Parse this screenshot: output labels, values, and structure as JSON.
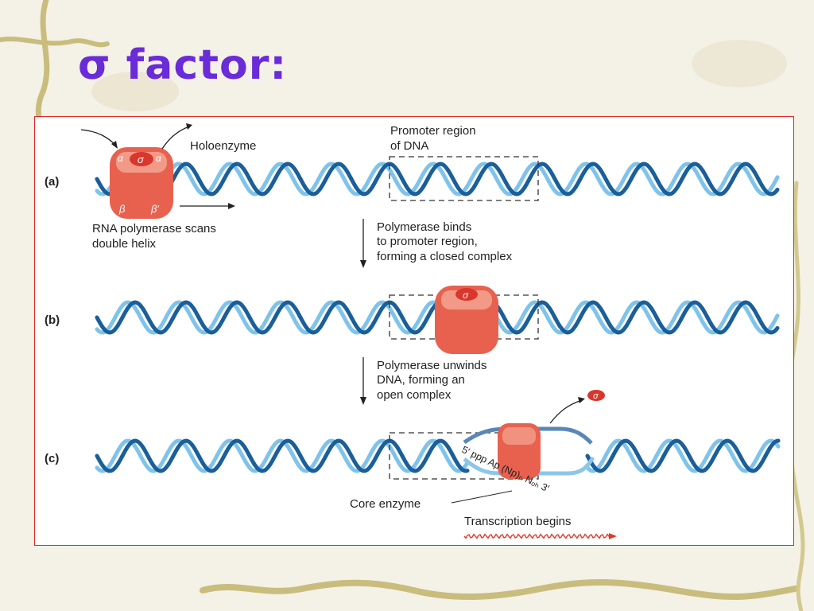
{
  "slide": {
    "title": "σ factor:"
  },
  "diagram": {
    "stages": [
      {
        "tag": "(a)",
        "label_lines": [
          "RNA polymerase scans",
          "double helix"
        ]
      },
      {
        "tag": "(b)",
        "label_lines": []
      },
      {
        "tag": "(c)",
        "label_lines": []
      }
    ],
    "holoenzyme_label": "Holoenzyme",
    "promoter_label_lines": [
      "Promoter region",
      "of DNA"
    ],
    "step1_lines": [
      "Polymerase binds",
      "to promoter region,",
      "forming a closed complex"
    ],
    "step2_lines": [
      "Polymerase unwinds",
      "DNA, forming an",
      "open complex"
    ],
    "subunits": {
      "alpha": "α",
      "sigma": "σ",
      "beta": "β",
      "beta_prime": "β′"
    },
    "rna_sequence": "5′ ppp Ap (Np)ₙ Nₒₕ 3′",
    "core_enzyme_label": "Core enzyme",
    "transcription_label": "Transcription begins",
    "colors": {
      "dna_dark": "#1a5e9a",
      "dna_light": "#7fc3ea",
      "polymerase": "#e8614f",
      "polymerase_highlight": "#f6b29f",
      "title": "#6a2bd8",
      "frame": "#e0262a",
      "rna": "#e23a2a"
    }
  }
}
